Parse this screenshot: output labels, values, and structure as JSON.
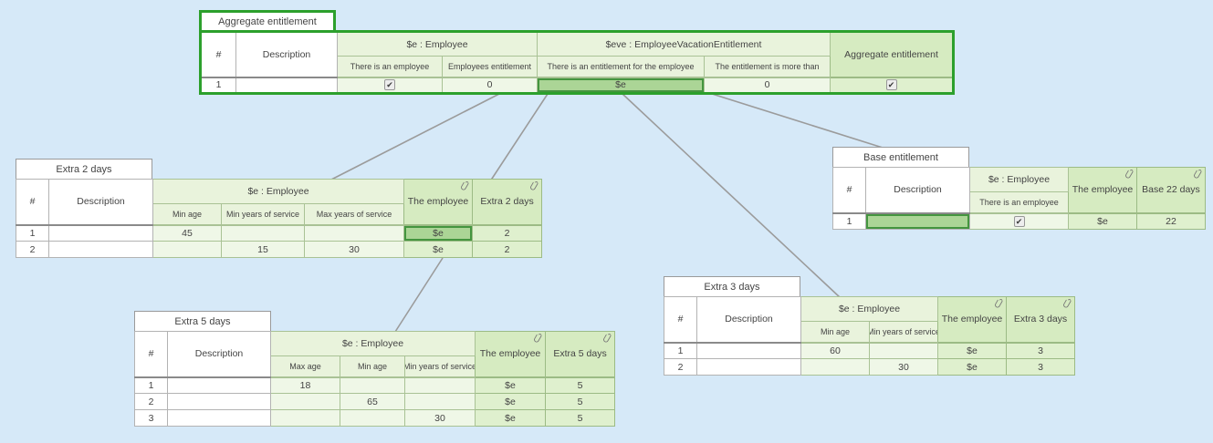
{
  "colors": {
    "background": "#d6e9f8",
    "selection_outline": "#2ca02c",
    "selected_cell": "#abd596",
    "selected_cell_border": "#44953f",
    "condition_header": "#e9f3dc",
    "condition_cell": "#eff7e7",
    "link_header": "#d6ebc1",
    "link_cell": "#dff0ce",
    "connector_line": "#9b9b9b"
  },
  "checkbox_glyph": "✔",
  "tables": {
    "aggregate": {
      "tab": "Aggregate entitlement",
      "corner": [
        "#",
        "Description"
      ],
      "groups": [
        {
          "label": "$e : Employee",
          "span": 2
        },
        {
          "label": "$eve : EmployeeVacationEntitlement",
          "span": 2
        }
      ],
      "subs": [
        "There is an employee",
        "Employees entitlement",
        "There is an entitlement for the employee",
        "The entitlement is more than"
      ],
      "links": [
        {
          "label": "Aggregate entitlement",
          "clip": false
        }
      ],
      "rows": [
        [
          "1",
          "",
          {
            "check": true
          },
          "0",
          {
            "v": "$e",
            "sel": true
          },
          "0",
          {
            "check": true
          }
        ]
      ]
    },
    "extra2": {
      "tab": "Extra 2 days",
      "corner": [
        "#",
        "Description"
      ],
      "groups": [
        {
          "label": "$e : Employee",
          "span": 3
        }
      ],
      "subs": [
        "Min age",
        "Min years of service",
        "Max years of service"
      ],
      "links": [
        {
          "label": "The employee",
          "clip": true
        },
        {
          "label": "Extra 2 days",
          "clip": true
        }
      ],
      "rows": [
        [
          "1",
          "",
          "45",
          "",
          "",
          {
            "v": "$e",
            "sel": true
          },
          "2"
        ],
        [
          "2",
          "",
          "",
          "15",
          "30",
          "$e",
          "2"
        ]
      ]
    },
    "extra5": {
      "tab": "Extra 5 days",
      "corner": [
        "#",
        "Description"
      ],
      "groups": [
        {
          "label": "$e : Employee",
          "span": 3
        }
      ],
      "subs": [
        "Max age",
        "Min age",
        "Min years of service"
      ],
      "links": [
        {
          "label": "The employee",
          "clip": true
        },
        {
          "label": "Extra 5 days",
          "clip": true
        }
      ],
      "rows": [
        [
          "1",
          "",
          "18",
          "",
          "",
          "$e",
          "5"
        ],
        [
          "2",
          "",
          "",
          "65",
          "",
          "$e",
          "5"
        ],
        [
          "3",
          "",
          "",
          "",
          "30",
          "$e",
          "5"
        ]
      ]
    },
    "extra3": {
      "tab": "Extra 3 days",
      "corner": [
        "#",
        "Description"
      ],
      "groups": [
        {
          "label": "$e : Employee",
          "span": 2
        }
      ],
      "subs": [
        "Min age",
        "Min years of service"
      ],
      "links": [
        {
          "label": "The employee",
          "clip": true
        },
        {
          "label": "Extra 3 days",
          "clip": true
        }
      ],
      "rows": [
        [
          "1",
          "",
          "60",
          "",
          "$e",
          "3"
        ],
        [
          "2",
          "",
          "",
          "30",
          "$e",
          "3"
        ]
      ]
    },
    "base": {
      "tab": "Base entitlement",
      "corner": [
        "#",
        "Description"
      ],
      "groups": [
        {
          "label": "$e : Employee",
          "span": 1
        }
      ],
      "subs": [
        "There is an employee"
      ],
      "links": [
        {
          "label": "The employee",
          "clip": true
        },
        {
          "label": "Base 22 days",
          "clip": true
        }
      ],
      "rows": [
        [
          "1",
          {
            "v": "",
            "sel": true
          },
          {
            "check": true
          },
          "$e",
          "22"
        ]
      ]
    }
  }
}
